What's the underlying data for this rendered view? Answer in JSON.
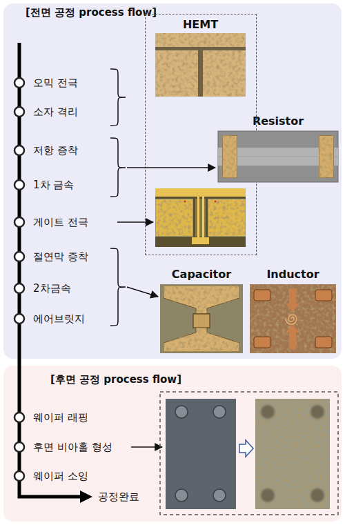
{
  "diagram": {
    "nodes": [
      {
        "text": [
          "[전면 공정 process flow]"
        ]
      },
      {
        "text": [
          "HEMT"
        ],
        "in": 0
      },
      {
        "text": [
          "Resistor"
        ],
        "in": 0
      },
      {
        "text": [
          "Capacitor"
        ],
        "in": 0
      },
      {
        "text": [
          "Inductor"
        ],
        "in": 0
      },
      {
        "text": [
          "[후면 공정 process flow]"
        ]
      }
    ],
    "labels": [
      "오믹 전극",
      "소자 격리",
      "저항 증착",
      "1차 금속",
      "게이트 전극",
      "절연막 증착",
      "2차금속",
      "에어브릿지",
      "웨이퍼 래핑",
      "후면 비아홀 형성",
      "웨이퍼 소잉",
      "공정완료"
    ]
  }
}
